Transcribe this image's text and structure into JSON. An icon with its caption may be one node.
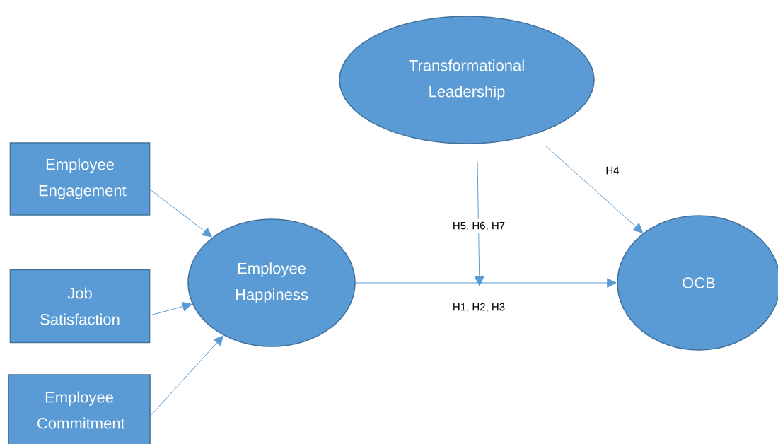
{
  "diagram": {
    "nodes": [
      {
        "text": [
          "Transformational Leadership"
        ]
      },
      {
        "text": [
          "Employee Engagement"
        ]
      },
      {
        "text": [
          "Job Satisfaction"
        ]
      },
      {
        "text": [
          "Employee Commitment"
        ]
      },
      {
        "text": [
          "Employee Happiness"
        ]
      },
      {
        "text": [
          "OCB"
        ]
      }
    ],
    "edges": [
      {
        "from": 1,
        "to": 4,
        "arrow": "to"
      },
      {
        "from": 2,
        "to": 4,
        "arrow": "to"
      },
      {
        "from": 3,
        "to": 4,
        "arrow": "to"
      },
      {
        "from": 4,
        "to": 5,
        "arrow": "to",
        "label": "H1, H2, H3"
      },
      {
        "from": 0,
        "to": null,
        "arrow": "to",
        "label": "H5, H6, H7"
      },
      {
        "from": 0,
        "to": 5,
        "arrow": "to",
        "label": "H4"
      }
    ]
  }
}
